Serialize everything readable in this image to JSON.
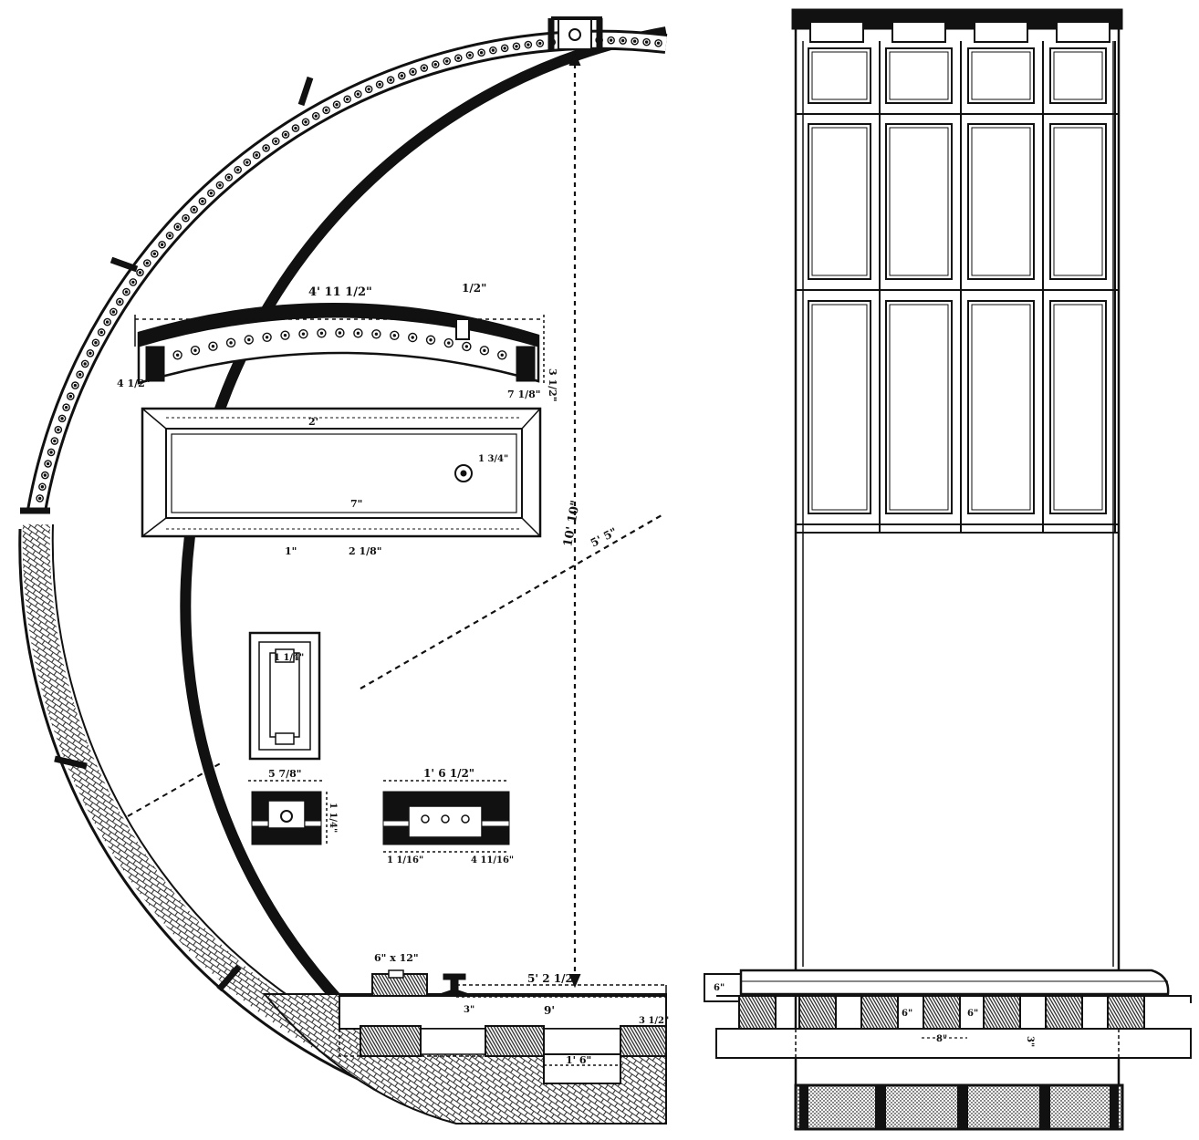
{
  "figure": {
    "left_panel": "half cross-section of segmental tunnel lining",
    "right_panel": "side elevation of lining rings on track",
    "ink_color": "#111111",
    "paper_color": "#ffffff",
    "hatch_color": "#333333",
    "icons": [
      "scroll-ornament",
      "brick-hatch",
      "wood-grain-sleeper",
      "rail-section"
    ]
  },
  "labels": {
    "segment_length": "4' 11 1/2\"",
    "segment_joint": "1/2\"",
    "segment_end_left": "4 1/2\"",
    "segment_end_right": "7 1/8\"",
    "segment_depth": "3 1/2\"",
    "plan_top": "2'",
    "plan_bottom": "7\"",
    "plan_left": "1\"",
    "plan_right": "2 1/8\"",
    "bolt_hole": "1 3/4\"",
    "diameter": "10' 10\"",
    "radius": "5' 5\"",
    "small_plate": "1 1/4\"",
    "joint_a_width": "5 7/8\"",
    "joint_a_depth": "1 1/4\"",
    "joint_b_width": "1' 6 1/2\"",
    "joint_b_left": "1 1/16\"",
    "joint_b_right": "4 11/16\"",
    "sleeper_size": "6\" x 12\"",
    "track_gauge": "5' 2 1/2\"",
    "ballast_width": "9'",
    "ballast_depth": "3\"",
    "ballast_side": "3 1/2\"",
    "drain_width": "1' 6\"",
    "tie_gap_1": "6\"",
    "tie_gap_2": "6\"",
    "tie_pitch": "8\"",
    "rail_height": "6\"",
    "tie_depth": "3\""
  }
}
